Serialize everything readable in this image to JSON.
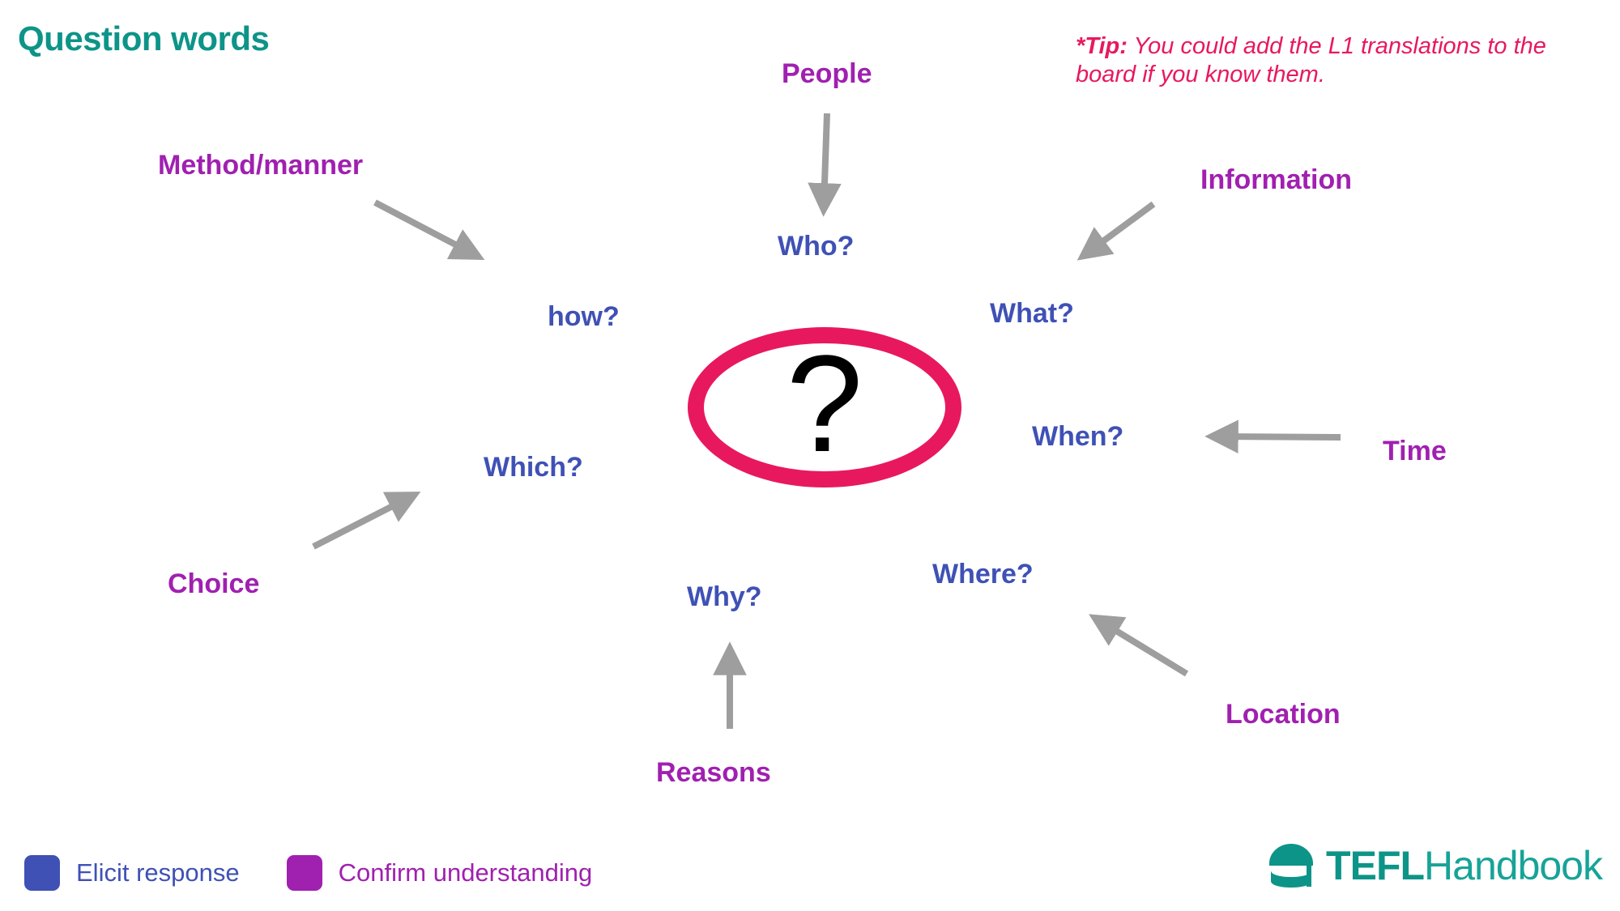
{
  "slide": {
    "title": "Question words",
    "background": "#ffffff"
  },
  "tip": {
    "lead": "*Tip:",
    "text": " You could add the L1 translations to the board if you know them.",
    "color": "#e8185f"
  },
  "center": {
    "symbol": "?",
    "ellipse_color": "#e8185f",
    "symbol_color": "#000000"
  },
  "colors": {
    "question_word": "#3f51b5",
    "concept": "#a020b0",
    "title": "#0d9488",
    "accent_pink": "#e8185f",
    "arrow_gray": "#9e9e9e"
  },
  "nodes": {
    "question_words": [
      {
        "id": "who",
        "label": "Who?"
      },
      {
        "id": "what",
        "label": "What?"
      },
      {
        "id": "when",
        "label": "When?"
      },
      {
        "id": "where",
        "label": "Where?"
      },
      {
        "id": "why",
        "label": "Why?"
      },
      {
        "id": "which",
        "label": "Which?"
      },
      {
        "id": "how",
        "label": "how?"
      }
    ],
    "concepts": [
      {
        "id": "people",
        "label": "People"
      },
      {
        "id": "information",
        "label": "Information"
      },
      {
        "id": "time",
        "label": "Time"
      },
      {
        "id": "location",
        "label": "Location"
      },
      {
        "id": "reasons",
        "label": "Reasons"
      },
      {
        "id": "choice",
        "label": "Choice"
      },
      {
        "id": "methodmanner",
        "label": "Method/manner"
      }
    ]
  },
  "legend": {
    "items": [
      {
        "id": "elicit",
        "label": "Elicit response",
        "color": "#3f51b5"
      },
      {
        "id": "confirm",
        "label": "Confirm understanding",
        "color": "#a020b0"
      }
    ]
  },
  "brand": {
    "name_bold": "TEFL",
    "name_light": "Handbook",
    "color": "#0d9488"
  }
}
